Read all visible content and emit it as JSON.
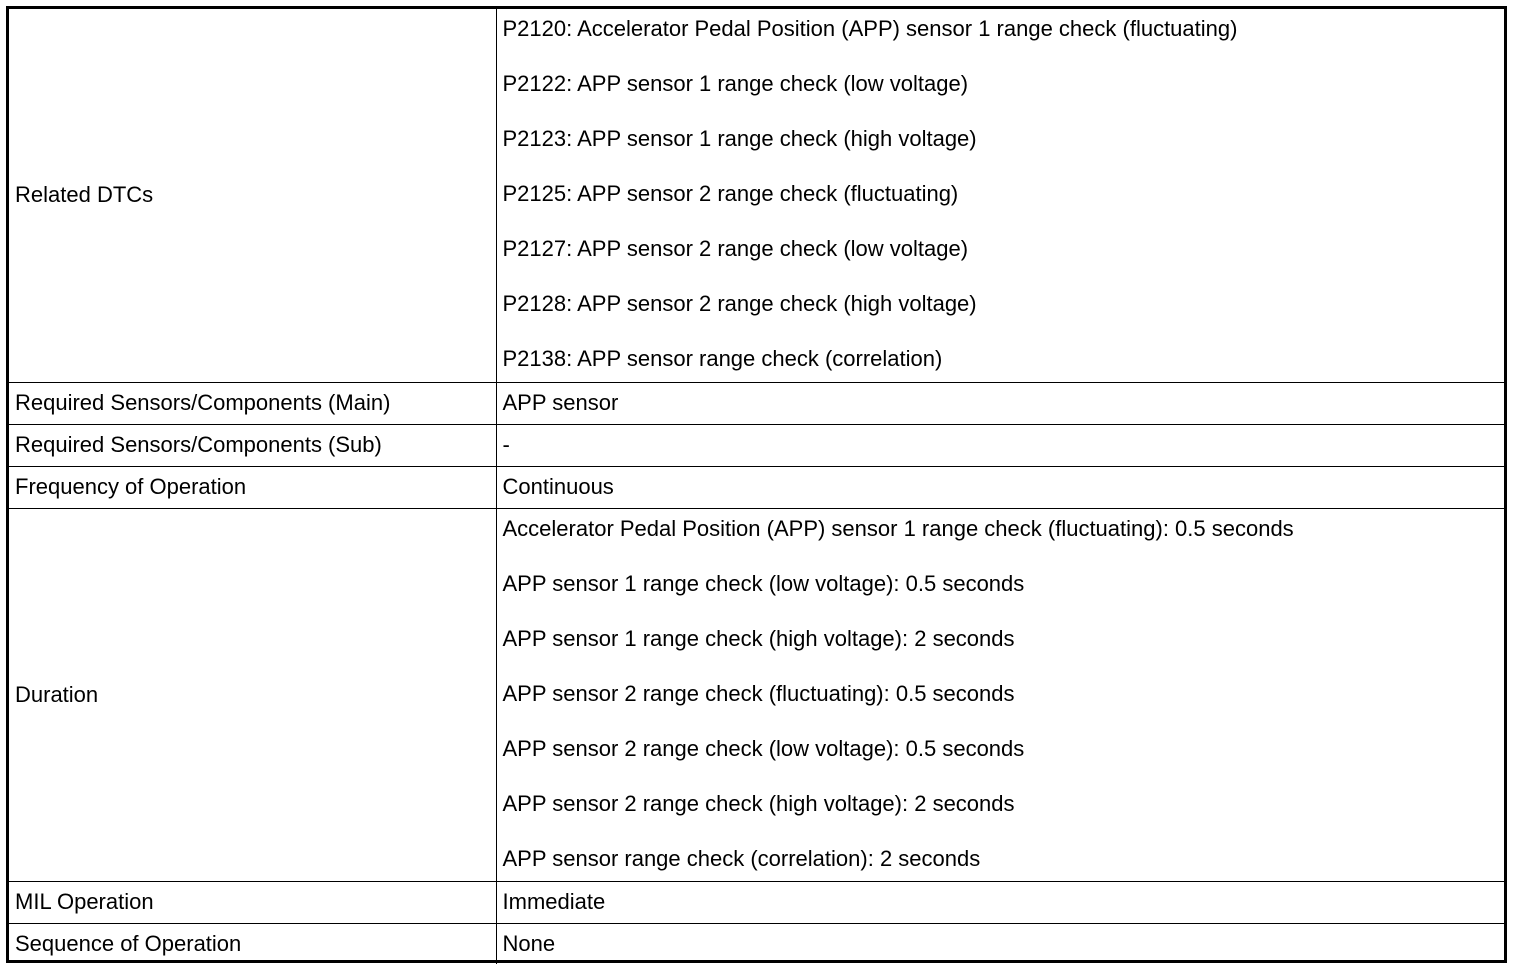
{
  "rows": [
    {
      "label": "Related DTCs",
      "values": [
        "P2120: Accelerator Pedal Position (APP) sensor 1 range check (fluctuating)",
        "P2122: APP sensor 1 range check (low voltage)",
        "P2123: APP sensor 1 range check (high voltage)",
        "P2125: APP sensor 2 range check (fluctuating)",
        "P2127: APP sensor 2 range check (low voltage)",
        "P2128: APP sensor 2 range check (high voltage)",
        "P2138: APP sensor range check (correlation)"
      ]
    },
    {
      "label": "Required Sensors/Components (Main)",
      "value": "APP sensor"
    },
    {
      "label": "Required Sensors/Components (Sub)",
      "value": "-"
    },
    {
      "label": "Frequency of Operation",
      "value": "Continuous"
    },
    {
      "label": "Duration",
      "values": [
        "Accelerator Pedal Position (APP) sensor 1 range check (fluctuating): 0.5 seconds",
        "APP sensor 1 range check (low voltage): 0.5 seconds",
        "APP sensor 1 range check (high voltage): 2 seconds",
        "APP sensor 2 range check (fluctuating): 0.5 seconds",
        "APP sensor 2 range check (low voltage): 0.5 seconds",
        "APP sensor 2 range check (high voltage): 2 seconds",
        "APP sensor range check (correlation): 2 seconds"
      ]
    },
    {
      "label": "MIL Operation",
      "value": "Immediate"
    },
    {
      "label": "Sequence of Operation",
      "value": "None"
    }
  ]
}
